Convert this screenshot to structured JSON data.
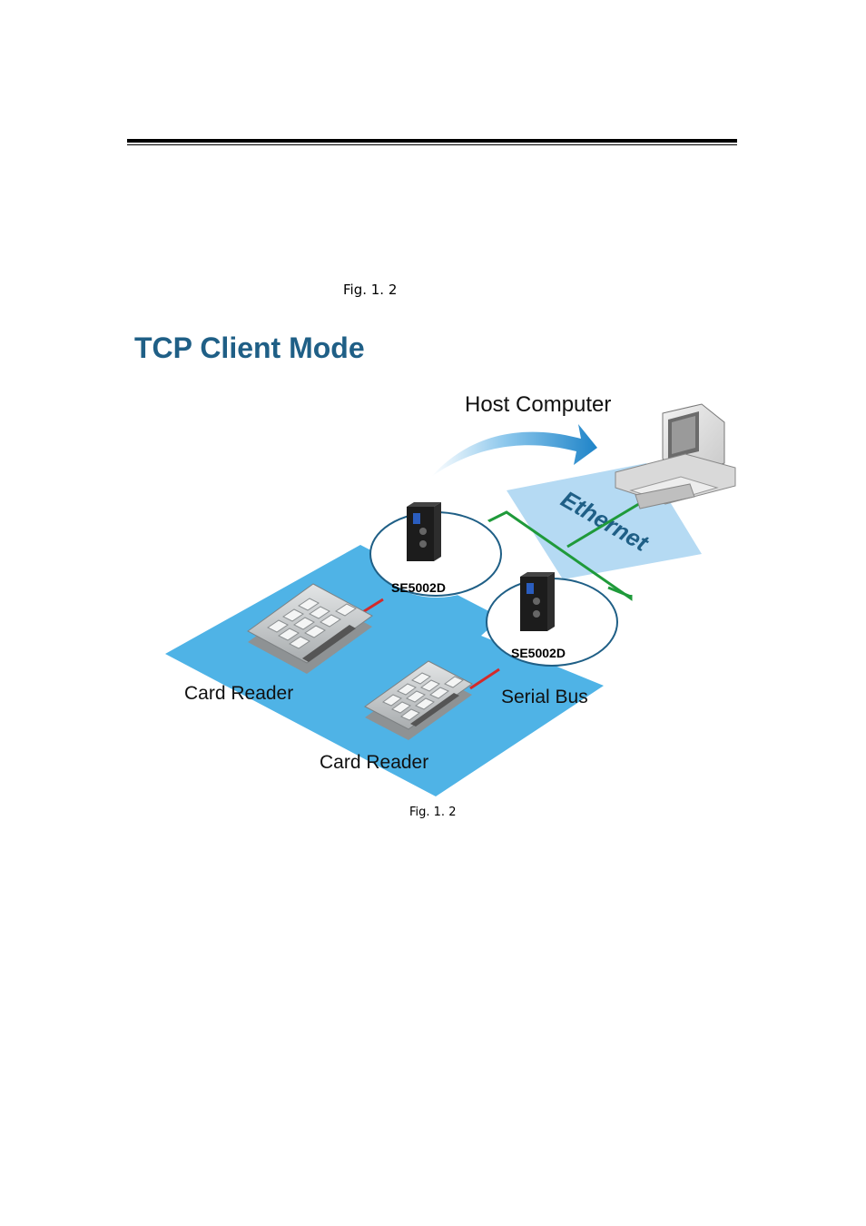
{
  "page": {
    "caption_top": "Fig. 1. 2",
    "caption_bottom": "Fig. 1. 2"
  },
  "diagram": {
    "title": "TCP Client Mode",
    "host_label": "Host Computer",
    "network_label": "Ethernet",
    "device_1_label": "SE5002D",
    "device_2_label": "SE5002D",
    "reader_1_label": "Card Reader",
    "reader_2_label": "Card Reader",
    "bus_label": "Serial Bus",
    "colors": {
      "title": "#1f5f86",
      "floor": "#4fb3e6",
      "ethernet_band": "#b5daf3",
      "ethernet_text": "#1f5f86",
      "arrow": "#2f8fcf",
      "network_line": "#1f9a3a",
      "serial_line": "#d42a2a"
    }
  }
}
